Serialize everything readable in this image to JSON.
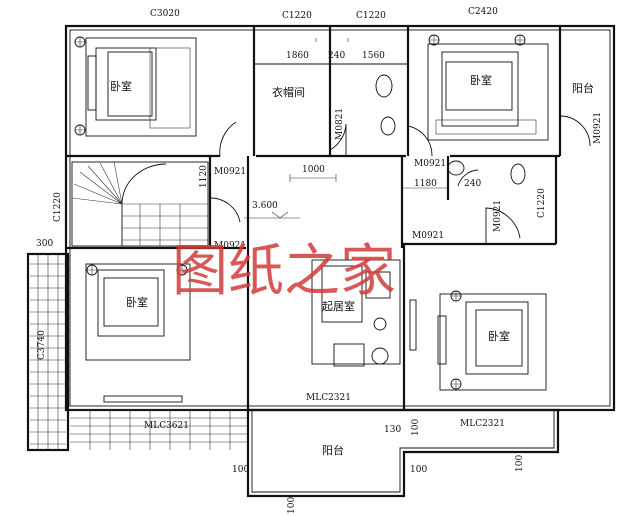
{
  "rooms": {
    "bedroom_nw": "卧室",
    "walkin_closet": "衣帽间",
    "bedroom_ne": "卧室",
    "balcony_east": "阳台",
    "bedroom_sw": "卧室",
    "living": "起居室",
    "bedroom_se": "卧室",
    "balcony_south": "阳台"
  },
  "windows": {
    "c3020": "C3020",
    "c1220_a": "C1220",
    "c1220_b": "C1220",
    "c2420": "C2420",
    "c1220_west": "C1220",
    "c3740": "C3740",
    "c1220_east": "C1220"
  },
  "doors": {
    "m0821": "M0821",
    "m0921_ne": "M0921",
    "m0921_hall_top": "M0921",
    "m0921_hall_right": "M0921",
    "m0921_bath": "M0921",
    "m0921_se": "M0921",
    "m0921_sw": "M0921",
    "mlc2321_living": "MLC2321",
    "mlc2321_se": "MLC2321",
    "mlc_sw": "MLC3621"
  },
  "dimensions": {
    "d1860": "1860",
    "d240_top": "240",
    "d1560": "1560",
    "d1000": "1000",
    "d1180": "1180",
    "d240_bath": "240",
    "d1120": "1120",
    "d300": "300",
    "d130": "130",
    "d100_a": "100",
    "d100_b": "100",
    "d100_c": "100",
    "d100_d": "100",
    "d100_e": "100"
  },
  "elevation": "3.600",
  "watermark": "图纸之家"
}
